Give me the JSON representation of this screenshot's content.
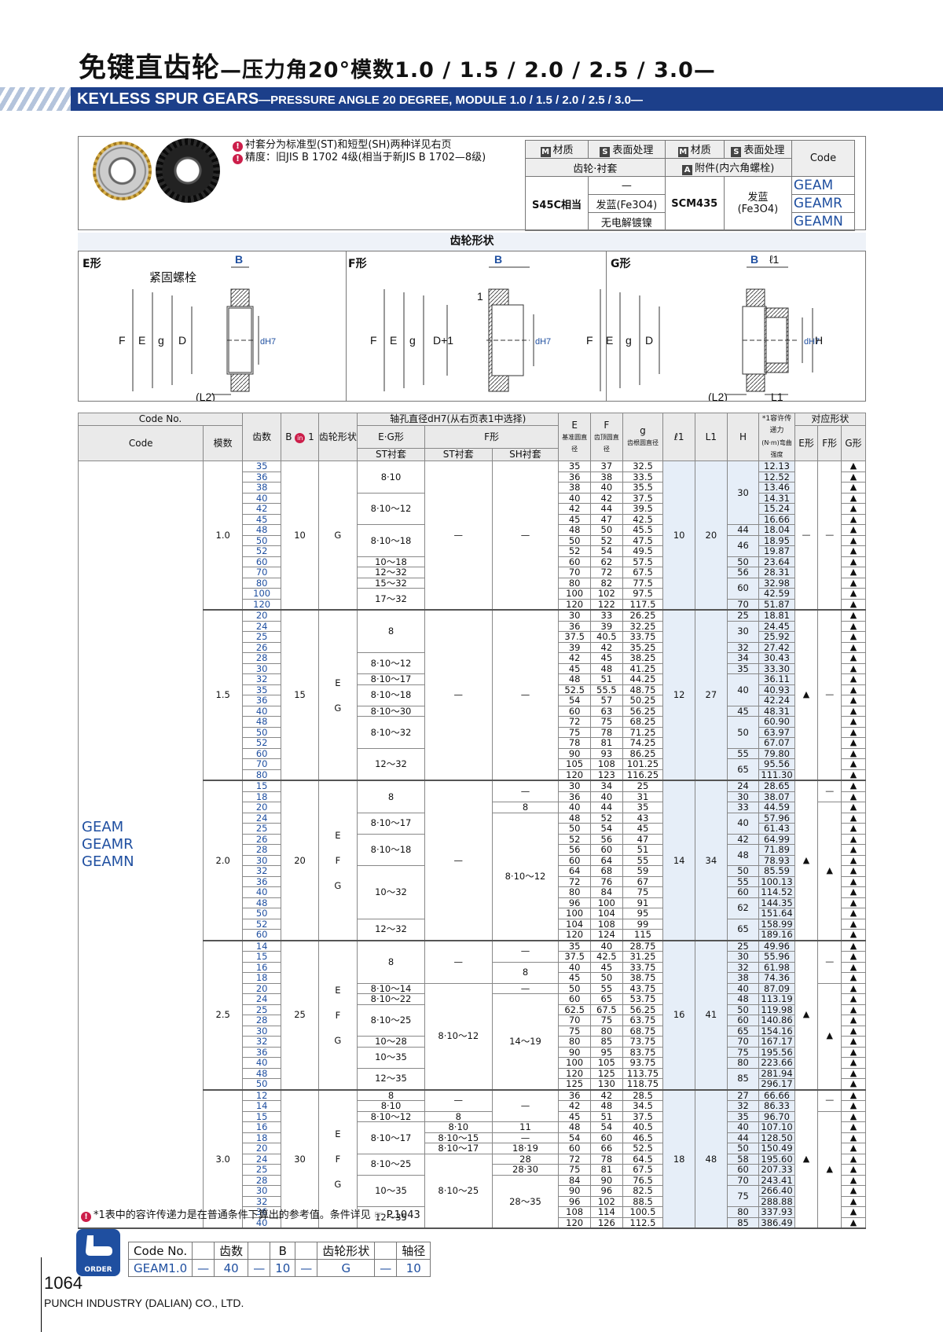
{
  "title": {
    "main": "免键直齿轮",
    "sub": "—压力角20°模数1.0 / 1.5 / 2.0 / 2.5 / 3.0—"
  },
  "banner": {
    "main": "KEYLESS SPUR GEARS",
    "sub": "—PRESSURE ANGLE 20 DEGREE, MODULE 1.0 / 1.5 / 2.0 / 2.5 / 3.0—"
  },
  "notes": [
    "衬套分为标准型(ST)和短型(SH)两种详见右页",
    "精度：旧JIS B 1702 4级(相当于新JIS B 1702—8级)"
  ],
  "materials": {
    "h_mat": "材质",
    "h_surf": "表面处理",
    "h_part": "齿轮·衬套",
    "h_acc": "附件(内六角螺栓)",
    "h_code": "Code",
    "gear_mat": "S45C相当",
    "surf1": "—",
    "surf2": "发蓝(Fe3O4)",
    "surf3": "无电解镀镍",
    "bolt_mat": "SCM435",
    "bolt_surf": "发蓝\n(Fe3O4)",
    "codes": [
      "GEAM",
      "GEAMR",
      "GEAMN"
    ]
  },
  "shapes": {
    "title": "齿轮形状",
    "e": "E形",
    "f": "F形",
    "g": "G形",
    "screw": "紧固螺栓"
  },
  "headers": {
    "code_no": "Code No.",
    "code": "Code",
    "module": "模数",
    "teeth": "齿数",
    "b": "B",
    "b_in": "in",
    "b_one": "1",
    "shape": "齿轮形状",
    "shaft": "轴孔直径dH7(从右页表1中选择)",
    "eg": "E·G形",
    "f": "F形",
    "st": "ST衬套",
    "st2": "ST衬套",
    "sh": "SH衬套",
    "e": "E",
    "e_sub": "基准圆直径",
    "fcol": "F",
    "f_sub": "齿顶圆直径",
    "g": "g",
    "g_sub": "齿根圆直径",
    "l1": "ℓ1",
    "L1": "L1",
    "h": "H",
    "torque": "*1容许传递力",
    "torque_sub": "(N·m)弯曲强度",
    "corr": "对应形状",
    "ce": "E形",
    "cf": "F形",
    "cg": "G形"
  },
  "table_codes": [
    "GEAM",
    "GEAMR",
    "GEAMN"
  ],
  "groups": [
    {
      "module": "1.0",
      "b": "10",
      "shape": [
        "G"
      ],
      "l1": "10",
      "L1": "20",
      "teeth": [
        "35",
        "36",
        "38",
        "40",
        "42",
        "45",
        "48",
        "50",
        "52",
        "60",
        "70",
        "80",
        "100",
        "120"
      ],
      "E": [
        "35",
        "36",
        "38",
        "40",
        "42",
        "45",
        "48",
        "50",
        "52",
        "60",
        "70",
        "80",
        "100",
        "120"
      ],
      "F": [
        "37",
        "38",
        "40",
        "42",
        "44",
        "47",
        "50",
        "52",
        "54",
        "62",
        "72",
        "82",
        "102",
        "122"
      ],
      "g": [
        "32.5",
        "33.5",
        "35.5",
        "37.5",
        "39.5",
        "42.5",
        "45.5",
        "47.5",
        "49.5",
        "57.5",
        "67.5",
        "77.5",
        "97.5",
        "117.5"
      ],
      "torque": [
        "12.13",
        "12.52",
        "13.46",
        "14.31",
        "15.24",
        "16.66",
        "18.04",
        "18.95",
        "19.87",
        "23.64",
        "28.31",
        "32.98",
        "42.59",
        "51.87"
      ],
      "eg": [
        [
          "8·10",
          3
        ],
        [
          "8·10～12",
          3
        ],
        [
          "8·10～18",
          3
        ],
        [
          "10～18",
          1
        ],
        [
          "12～32",
          1
        ],
        [
          "15～32",
          1
        ],
        [
          "17～32",
          2
        ]
      ],
      "fst": [
        [
          "—",
          14
        ]
      ],
      "fsh": [
        [
          "—",
          14
        ]
      ],
      "H": [
        [
          "30",
          6
        ],
        [
          "44",
          1
        ],
        [
          "46",
          2
        ],
        [
          "50",
          1
        ],
        [
          "56",
          1
        ],
        [
          "60",
          2
        ],
        [
          "70",
          1
        ]
      ],
      "ce": [
        [
          "—",
          14
        ]
      ],
      "cf": [
        [
          "—",
          14
        ]
      ],
      "cg": "▲"
    },
    {
      "module": "1.5",
      "b": "15",
      "shape": [
        "E",
        "G"
      ],
      "l1": "12",
      "L1": "27",
      "teeth": [
        "20",
        "24",
        "25",
        "26",
        "28",
        "30",
        "32",
        "35",
        "36",
        "40",
        "48",
        "50",
        "52",
        "60",
        "70",
        "80"
      ],
      "E": [
        "30",
        "36",
        "37.5",
        "39",
        "42",
        "45",
        "48",
        "52.5",
        "54",
        "60",
        "72",
        "75",
        "78",
        "90",
        "105",
        "120"
      ],
      "F": [
        "33",
        "39",
        "40.5",
        "42",
        "45",
        "48",
        "51",
        "55.5",
        "57",
        "63",
        "75",
        "78",
        "81",
        "93",
        "108",
        "123"
      ],
      "g": [
        "26.25",
        "32.25",
        "33.75",
        "35.25",
        "38.25",
        "41.25",
        "44.25",
        "48.75",
        "50.25",
        "56.25",
        "68.25",
        "71.25",
        "74.25",
        "86.25",
        "101.25",
        "116.25"
      ],
      "torque": [
        "18.81",
        "24.45",
        "25.92",
        "27.42",
        "30.43",
        "33.30",
        "36.11",
        "40.93",
        "42.24",
        "48.31",
        "60.90",
        "63.97",
        "67.07",
        "79.80",
        "95.56",
        "111.30"
      ],
      "eg": [
        [
          "8",
          4
        ],
        [
          "8·10～12",
          2
        ],
        [
          "8·10～17",
          1
        ],
        [
          "8·10～18",
          2
        ],
        [
          "8·10～30",
          1
        ],
        [
          "8·10～32",
          3
        ],
        [
          "12～32",
          3
        ]
      ],
      "fst": [
        [
          "—",
          16
        ]
      ],
      "fsh": [
        [
          "—",
          16
        ]
      ],
      "H": [
        [
          "25",
          1
        ],
        [
          "30",
          2
        ],
        [
          "32",
          1
        ],
        [
          "34",
          1
        ],
        [
          "35",
          1
        ],
        [
          "40",
          3
        ],
        [
          "45",
          1
        ],
        [
          "50",
          3
        ],
        [
          "55",
          1
        ],
        [
          "65",
          2
        ]
      ],
      "ce": [
        [
          "▲",
          16
        ]
      ],
      "cf": [
        [
          "—",
          16
        ]
      ],
      "cg": "▲"
    },
    {
      "module": "2.0",
      "b": "20",
      "shape": [
        "E",
        "F",
        "G"
      ],
      "l1": "14",
      "L1": "34",
      "teeth": [
        "15",
        "18",
        "20",
        "24",
        "25",
        "26",
        "28",
        "30",
        "32",
        "36",
        "40",
        "48",
        "50",
        "52",
        "60"
      ],
      "E": [
        "30",
        "36",
        "40",
        "48",
        "50",
        "52",
        "56",
        "60",
        "64",
        "72",
        "80",
        "96",
        "100",
        "104",
        "120"
      ],
      "F": [
        "34",
        "40",
        "44",
        "52",
        "54",
        "56",
        "60",
        "64",
        "68",
        "76",
        "84",
        "100",
        "104",
        "108",
        "124"
      ],
      "g": [
        "25",
        "31",
        "35",
        "43",
        "45",
        "47",
        "51",
        "55",
        "59",
        "67",
        "75",
        "91",
        "95",
        "99",
        "115"
      ],
      "torque": [
        "28.65",
        "38.07",
        "44.59",
        "57.96",
        "61.43",
        "64.99",
        "71.89",
        "78.93",
        "85.59",
        "100.13",
        "114.52",
        "144.35",
        "151.64",
        "158.99",
        "189.16"
      ],
      "eg": [
        [
          "8",
          3
        ],
        [
          "8·10～17",
          2
        ],
        [
          "8·10～18",
          3
        ],
        [
          "10～32",
          5
        ],
        [
          "12～32",
          2
        ]
      ],
      "fst": [
        [
          "—",
          15
        ]
      ],
      "fsh": [
        [
          "—",
          2
        ],
        [
          "8",
          1
        ],
        [
          "8·10～12",
          12
        ]
      ],
      "H": [
        [
          "24",
          1
        ],
        [
          "30",
          1
        ],
        [
          "33",
          1
        ],
        [
          "40",
          2
        ],
        [
          "42",
          1
        ],
        [
          "48",
          2
        ],
        [
          "50",
          1
        ],
        [
          "55",
          1
        ],
        [
          "60",
          1
        ],
        [
          "62",
          2
        ],
        [
          "65",
          2
        ]
      ],
      "ce": [
        [
          "▲",
          15
        ]
      ],
      "cf": [
        [
          "—",
          2
        ],
        [
          "▲",
          13
        ]
      ],
      "cg": "▲"
    },
    {
      "module": "2.5",
      "b": "25",
      "shape": [
        "E",
        "F",
        "G"
      ],
      "l1": "16",
      "L1": "41",
      "teeth": [
        "14",
        "15",
        "16",
        "18",
        "20",
        "24",
        "25",
        "28",
        "30",
        "32",
        "36",
        "40",
        "48",
        "50"
      ],
      "E": [
        "35",
        "37.5",
        "40",
        "45",
        "50",
        "60",
        "62.5",
        "70",
        "75",
        "80",
        "90",
        "100",
        "120",
        "125"
      ],
      "F": [
        "40",
        "42.5",
        "45",
        "50",
        "55",
        "65",
        "67.5",
        "75",
        "80",
        "85",
        "95",
        "105",
        "125",
        "130"
      ],
      "g": [
        "28.75",
        "31.25",
        "33.75",
        "38.75",
        "43.75",
        "53.75",
        "56.25",
        "63.75",
        "68.75",
        "73.75",
        "83.75",
        "93.75",
        "113.75",
        "118.75"
      ],
      "torque": [
        "49.96",
        "55.96",
        "61.98",
        "74.36",
        "87.09",
        "113.19",
        "119.98",
        "140.86",
        "154.16",
        "167.17",
        "195.56",
        "223.66",
        "281.94",
        "296.17"
      ],
      "eg": [
        [
          "8",
          4
        ],
        [
          "8·10～14",
          1
        ],
        [
          "8·10～22",
          1
        ],
        [
          "8·10～25",
          3
        ],
        [
          "10～28",
          1
        ],
        [
          "10～35",
          2
        ],
        [
          "12～35",
          2
        ]
      ],
      "fst": [
        [
          "—",
          4
        ],
        [
          "8·10～12",
          10
        ]
      ],
      "fsh": [
        [
          "—",
          2
        ],
        [
          "8",
          2
        ],
        [
          "—",
          1
        ],
        [
          "14～19",
          9
        ]
      ],
      "H": [
        [
          "25",
          1
        ],
        [
          "30",
          1
        ],
        [
          "32",
          1
        ],
        [
          "38",
          1
        ],
        [
          "40",
          1
        ],
        [
          "48",
          1
        ],
        [
          "50",
          1
        ],
        [
          "60",
          1
        ],
        [
          "65",
          1
        ],
        [
          "70",
          1
        ],
        [
          "75",
          1
        ],
        [
          "80",
          1
        ],
        [
          "85",
          2
        ]
      ],
      "ce": [
        [
          "▲",
          14
        ]
      ],
      "cf": [
        [
          "—",
          4
        ],
        [
          "▲",
          10
        ]
      ],
      "cg": "▲"
    },
    {
      "module": "3.0",
      "b": "30",
      "shape": [
        "E",
        "F",
        "G"
      ],
      "l1": "18",
      "L1": "48",
      "teeth": [
        "12",
        "14",
        "15",
        "16",
        "18",
        "20",
        "24",
        "25",
        "28",
        "30",
        "32",
        "36",
        "40"
      ],
      "E": [
        "36",
        "42",
        "45",
        "48",
        "54",
        "60",
        "72",
        "75",
        "84",
        "90",
        "96",
        "108",
        "120"
      ],
      "F": [
        "42",
        "48",
        "51",
        "54",
        "60",
        "66",
        "78",
        "81",
        "90",
        "96",
        "102",
        "114",
        "126"
      ],
      "g": [
        "28.5",
        "34.5",
        "37.5",
        "40.5",
        "46.5",
        "52.5",
        "64.5",
        "67.5",
        "76.5",
        "82.5",
        "88.5",
        "100.5",
        "112.5"
      ],
      "torque": [
        "66.66",
        "86.33",
        "96.70",
        "107.10",
        "128.50",
        "150.49",
        "195.60",
        "207.33",
        "243.41",
        "266.40",
        "288.88",
        "337.93",
        "386.49"
      ],
      "eg": [
        [
          "8",
          1
        ],
        [
          "8·10",
          1
        ],
        [
          "8·10～12",
          1
        ],
        [
          "8·10～17",
          3
        ],
        [
          "8·10～25",
          2
        ],
        [
          "10～35",
          3
        ],
        [
          "12～35",
          2
        ]
      ],
      "fst": [
        [
          "—",
          2
        ],
        [
          "8",
          1
        ],
        [
          "8·10",
          1
        ],
        [
          "8·10～15",
          1
        ],
        [
          "8·10～17",
          1
        ],
        [
          "8·10～25",
          7
        ]
      ],
      "fsh": [
        [
          "—",
          3
        ],
        [
          "11",
          1
        ],
        [
          "—",
          1
        ],
        [
          "18·19",
          1
        ],
        [
          "28",
          1
        ],
        [
          "28·30",
          1
        ],
        [
          "28～35",
          5
        ]
      ],
      "H": [
        [
          "27",
          1
        ],
        [
          "32",
          1
        ],
        [
          "35",
          1
        ],
        [
          "40",
          1
        ],
        [
          "44",
          1
        ],
        [
          "50",
          1
        ],
        [
          "58",
          1
        ],
        [
          "60",
          1
        ],
        [
          "70",
          1
        ],
        [
          "75",
          2
        ],
        [
          "80",
          1
        ],
        [
          "85",
          1
        ]
      ],
      "ce": [
        [
          "▲",
          13
        ]
      ],
      "cf": [
        [
          "—",
          2
        ],
        [
          "▲",
          11
        ]
      ],
      "cg": "▲"
    }
  ],
  "footnote": "*1表中的容许传递力是在普通条件下算出的参考值。条件详见",
  "footnote_ref": "P.1043",
  "order": {
    "logo": "ORDER",
    "headers": [
      "Code No.",
      "齿数",
      "B",
      "齿轮形状",
      "轴径"
    ],
    "values": [
      "GEAM1.0",
      "40",
      "10",
      "G",
      "10"
    ],
    "dash": "—"
  },
  "page": "1064",
  "company": "PUNCH INDUSTRY (DALIAN) CO., LTD."
}
